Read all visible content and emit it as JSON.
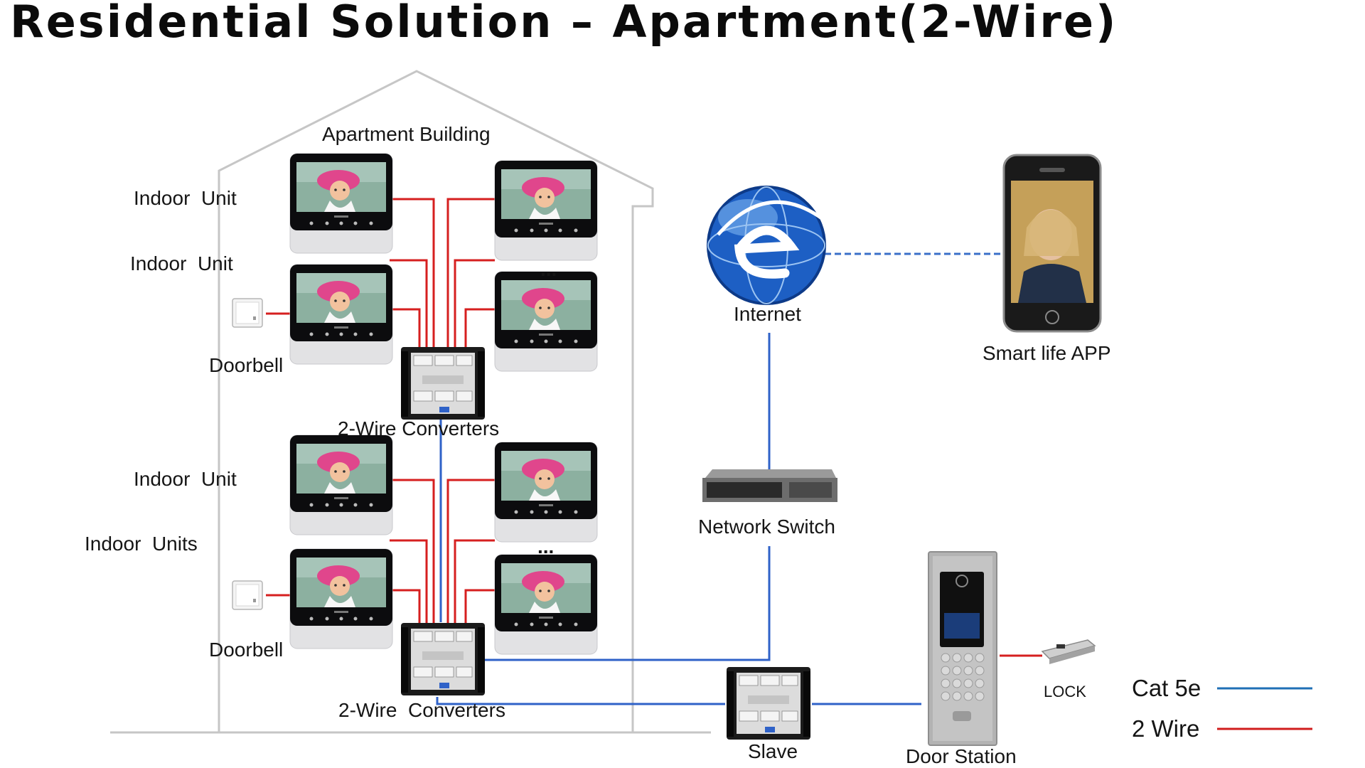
{
  "title": "Residential Solution – Apartment(2-Wire)",
  "labels": {
    "building": "Apartment Building",
    "indoor_unit_1": "Indoor  Unit",
    "indoor_unit_2": "Indoor  Unit",
    "doorbell_1": "Doorbell",
    "converters_1": "2-Wire Converters",
    "indoor_unit_3": "Indoor  Unit",
    "indoor_units_4": "Indoor  Units",
    "doorbell_2": "Doorbell",
    "converters_2": "2-Wire  Converters",
    "internet": "Internet",
    "smart_app": "Smart life APP",
    "network_switch": "Network Switch",
    "slave": "Slave",
    "door_station": "Door Station",
    "lock": "LOCK",
    "ellipsis_1": "...",
    "ellipsis_2": "..."
  },
  "legend": [
    {
      "label": "Cat 5e",
      "color": "#1f6fb6"
    },
    {
      "label": "2 Wire",
      "color": "#d01c1c"
    }
  ],
  "colors": {
    "cat5e": "#2f62c8",
    "two_wire": "#d61f1f",
    "internet_link": "#3a6fc8",
    "house_outline": "#bdbdbd"
  }
}
